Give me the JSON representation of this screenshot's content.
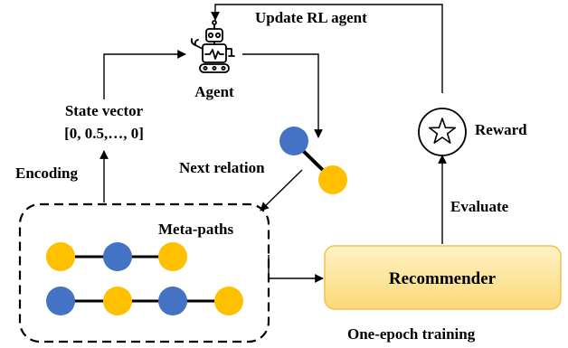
{
  "labels": {
    "update_rl_agent": "Update RL agent",
    "agent": "Agent",
    "state_vector_title": "State vector",
    "state_vector_value": "[0, 0.5,…, 0]",
    "encoding": "Encoding",
    "next_relation": "Next relation",
    "reward": "Reward",
    "evaluate": "Evaluate",
    "meta_paths": "Meta-paths",
    "recommender": "Recommender",
    "one_epoch_training": "One-epoch training"
  },
  "icons": {
    "agent": "robot-icon",
    "reward": "star-icon"
  },
  "colors": {
    "node_blue": "#4472C4",
    "node_yellow": "#FFC000",
    "recommender_fill_top": "#FFF2C6",
    "recommender_fill_bottom": "#FBD978",
    "recommender_border": "#F2C14E"
  },
  "meta_paths": [
    [
      "yellow",
      "blue",
      "yellow"
    ],
    [
      "blue",
      "yellow",
      "blue",
      "yellow"
    ]
  ]
}
